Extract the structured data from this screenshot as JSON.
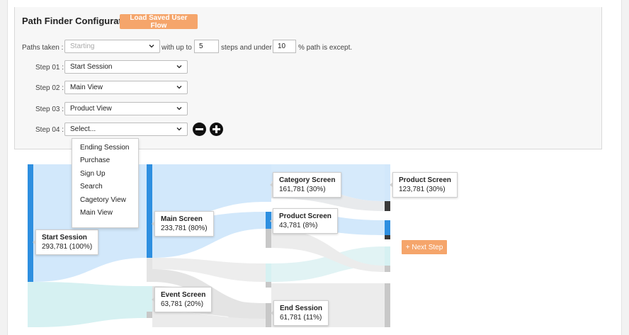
{
  "config": {
    "title": "Path Finder Configuration",
    "load_button": "Load Saved User Flow",
    "paths_taken_label": "Paths taken :",
    "paths_taken_placeholder": "Starting",
    "with_up_to": "with up to",
    "steps_value": "5",
    "steps_and_under": "steps and under",
    "percent_value": "10",
    "percent_suffix": "% path is except."
  },
  "steps": [
    {
      "label": "Step 01 :",
      "value": "Start Session"
    },
    {
      "label": "Step 02 :",
      "value": "Main View"
    },
    {
      "label": "Step 03 :",
      "value": "Product View"
    },
    {
      "label": "Step 04 :",
      "value": "Select..."
    }
  ],
  "dropdown_options": [
    "Ending Session",
    "Purchase",
    "Sign Up",
    "Search",
    "Cagetory View",
    "Main View"
  ],
  "icons": {
    "remove": "minus-circle-icon",
    "add": "plus-circle-icon",
    "chevron": "chevron-down-icon"
  },
  "colors": {
    "accent": "#f5a56b",
    "node_blue": "#2e8fe0",
    "flow_blue": "#d2e8fb",
    "flow_teal": "#d6f1f2",
    "flow_gray": "#e4e4e4",
    "node_gray": "#c8c8c8",
    "node_dark": "#3a3a3a"
  },
  "nodes": [
    {
      "name": "Start Session",
      "value": "293,781 (100%)"
    },
    {
      "name": "Main Screen",
      "value": "233,781 (80%)"
    },
    {
      "name": "Event Screen",
      "value": "63,781 (20%)"
    },
    {
      "name": "Category Screen",
      "value": "161,781 (30%)"
    },
    {
      "name": "Product Screen",
      "value": "43,781 (8%)"
    },
    {
      "name": "End Session",
      "value": "61,781 (11%)"
    },
    {
      "name": "Product Screen",
      "value": "123,781 (30%)"
    }
  ],
  "next_step": "+ Next Step"
}
